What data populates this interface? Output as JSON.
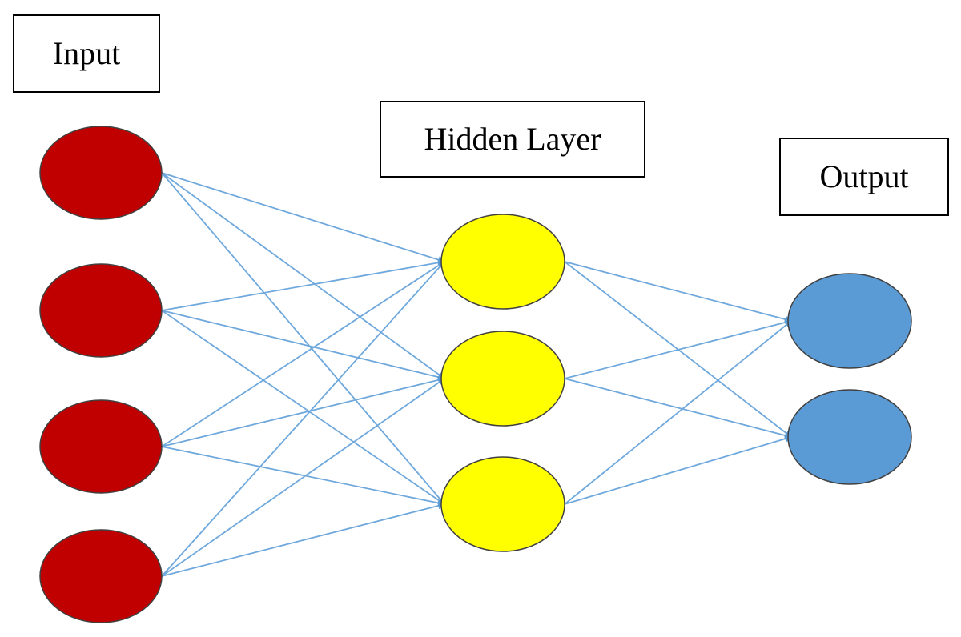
{
  "labels": {
    "input": "Input",
    "hidden": "Hidden Layer",
    "output": "Output"
  },
  "colors": {
    "input_node": "#c00000",
    "hidden_node": "#ffff00",
    "output_node": "#5b9bd5",
    "edge": "#6fa8dc",
    "node_stroke": "#404040"
  },
  "layers": {
    "input_count": 4,
    "hidden_count": 3,
    "output_count": 2
  }
}
